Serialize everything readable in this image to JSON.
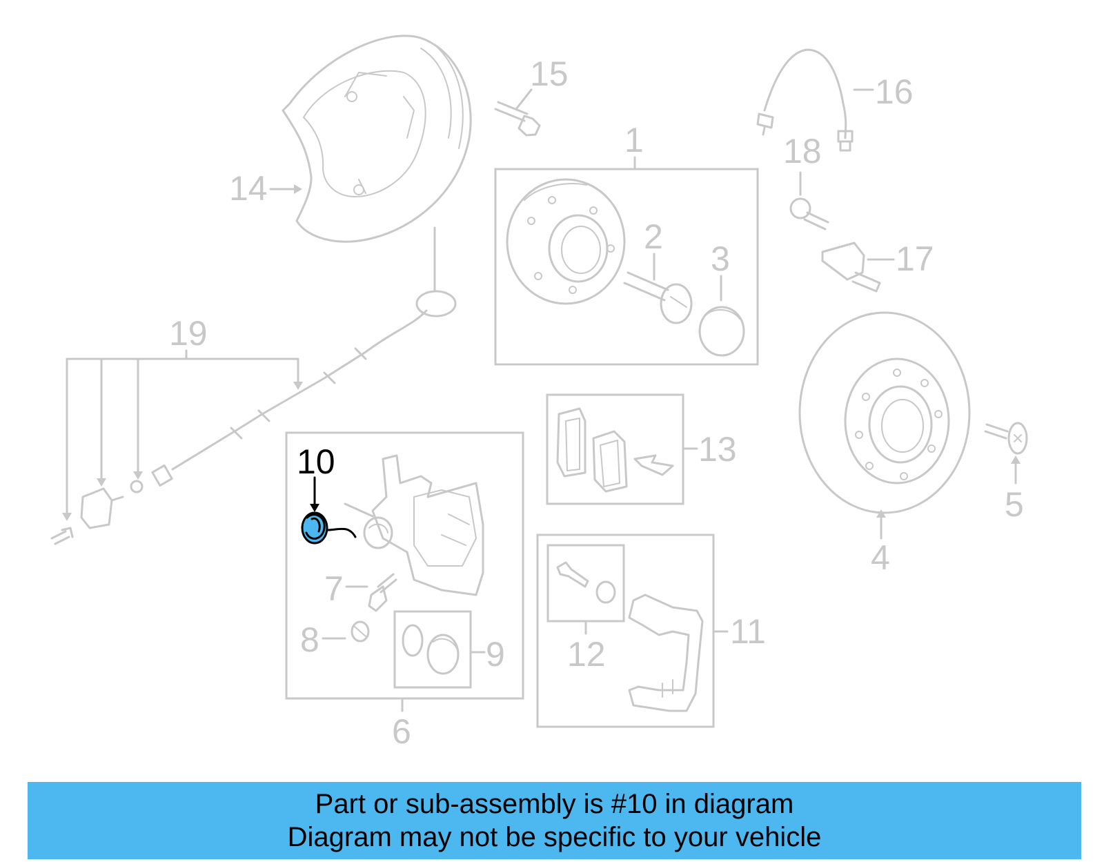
{
  "colors": {
    "highlight": "#4db8f0",
    "part_stroke": "#c8c8c8",
    "selected_stroke": "#000000"
  },
  "selected_callout": "10",
  "callouts": {
    "c1": "1",
    "c2": "2",
    "c3": "3",
    "c4": "4",
    "c5": "5",
    "c6": "6",
    "c7": "7",
    "c8": "8",
    "c9": "9",
    "c10": "10",
    "c11": "11",
    "c12": "12",
    "c13": "13",
    "c14": "14",
    "c15": "15",
    "c16": "16",
    "c17": "17",
    "c18": "18",
    "c19": "19"
  },
  "banner": {
    "line1": "Part or sub-assembly is #10 in diagram",
    "line2": "Diagram may not be specific to your vehicle"
  }
}
